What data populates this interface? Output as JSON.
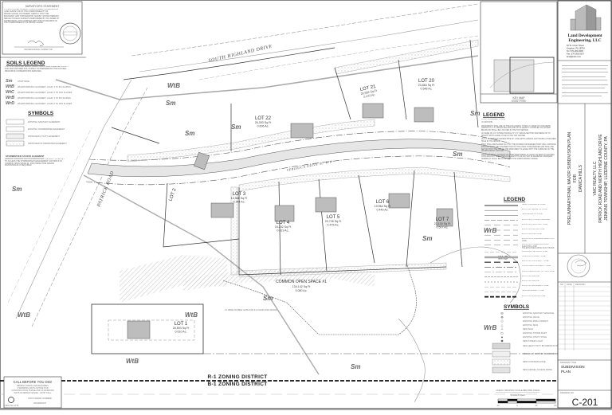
{
  "surveyor_statement": {
    "title": "SURVEYOR'S STATEMENT",
    "body": "I, CHRISTOPHER MASELLI, A REGISTERED PROFESSIONAL LAND SURVEYOR OF THE COMMONWEALTH OF PENNSYLVANIA, DO HEREBY CERTIFY THAT THE BOUNDARY AND TOPOGRAPHIC SURVEY SHOWN HEREON, REFLECTS FIELD SURVEYS PERFORMED BY OR UNDER MY SUPERVISION, AND COMPLIES WITH THE STANDARDS OF THE COMMONWEALTH OF PENNSYLVANIA.",
    "signature_label": "PROFESSIONAL SURVEYOR"
  },
  "soils_legend": {
    "title": "SOILS LEGEND",
    "note": "THE SOIL INDICATED BELOW WERE TAKEN FROM LUZERNE COUNTY SOIL MAP AND WEB SOIL SURVEY AS PREPARED BY THE NATURAL RESOURCE CONSERVATION SERVICES.",
    "items": [
      {
        "symbol": "Sm",
        "desc": "STRIP MINE"
      },
      {
        "symbol": "WtB",
        "desc": "WHARTONBURG CHANNERY LOAM, 3 TO 8% SLOPES"
      },
      {
        "symbol": "WtC",
        "desc": "WHARTONBURG CHANNERY LOAM, 8 TO 15% SLOPES"
      },
      {
        "symbol": "WrB",
        "desc": "WHARTONBURG CHANNERY LOAM, 3 TO 8% SLOPES"
      },
      {
        "symbol": "WrD",
        "desc": "WHARTONBURG CHANNERY LOAM, 8 TO 25% SLOPES"
      }
    ]
  },
  "easement_symbols": {
    "title": "SYMBOLS",
    "items": [
      "EXISTING SANITARY EASEMENT",
      "EXISTING STORMWATER EASEMENT",
      "PROPOSED UTILITY EASEMENT",
      "PROPOSED STORMWATER EASEMENT"
    ]
  },
  "stormwater_note": {
    "title": "STORMWATER ACCESS EASEMENT",
    "body": "JENKINS TOWNSHIP OR ITS ASSIGNS HAS THE RIGHT OF ENTRY TO ACCESS THE STORMWATER MANAGEMENT CONTROLS IN COMMON OPEN SPACE #1, FOR INSPECTION AND/OR MAINTENANCE IF REQUIRED."
  },
  "call_before_dig": {
    "title": "CALL BEFORE YOU DIG!",
    "lines": [
      "PENNSYLVANIA LAW REQUIRES",
      "3 WORKING DAYS NOTICE FOR",
      "CONSTRUCTION PHASE AND 10 WORKING",
      "DAYS IN DESIGN STAGE - STOP CALL"
    ],
    "serial_label": "POCS SERIAL NUMBER",
    "serial": "20192602276",
    "phone": "1-800-242-1776"
  },
  "roads": {
    "south_highland": "SOUTH HIGHLAND DRIVE",
    "veronica": "VERONICA DRIVE  50' R/W",
    "patrick": "PATRICK ROAD"
  },
  "lots": [
    {
      "name": "LOT 22",
      "area": "26,393 Sq Ft",
      "acres": "0.606 Ac."
    },
    {
      "name": "LOT 21",
      "area": "20,556 Sq Ft",
      "acres": "0.472 Ac."
    },
    {
      "name": "LOT 20",
      "area": "23,884 Sq Ft",
      "acres": "0.548 Ac."
    },
    {
      "name": "LOT 3",
      "area": "14,988 Sq Ft",
      "acres": "0.344 Ac."
    },
    {
      "name": "LOT 4",
      "area": "18,242 Sq Ft",
      "acres": "0.419 Ac."
    },
    {
      "name": "LOT 5",
      "area": "20,726 Sq Ft",
      "acres": "0.476 Ac."
    },
    {
      "name": "LOT 6",
      "area": "19,564 Sq Ft",
      "acres": "0.449 Ac."
    },
    {
      "name": "LOT 7",
      "area": "22,100 Sq Ft",
      "acres": "0.507 Ac."
    },
    {
      "name": "LOT 1",
      "area": "26,593 Sq Ft",
      "acres": "0.610 Ac."
    },
    {
      "name": "LOT 2",
      "area": "",
      "acres": ""
    }
  ],
  "open_space": {
    "name": "COMMON OPEN SPACE #1",
    "area": "134,142 Sq Ft",
    "acres": "3.080 Ac."
  },
  "fence_note": "14' WIDE DOUBLE GATE FOR 6'H CHAIN LINK FENCE",
  "soil_labels": [
    "WtB",
    "Sm",
    "Sm",
    "Sm",
    "Sm",
    "Sm",
    "WtB",
    "WtB",
    "WtB",
    "Sm",
    "Sm",
    "WrB",
    "WrB",
    "Sm",
    "Sm"
  ],
  "zoning": {
    "upper": "R-1 ZONING DISTRICT",
    "lower": "B-1 ZONING DISTRICT"
  },
  "key_map": {
    "title": "KEY MAP",
    "scale": "SCALE: 1\"=600'"
  },
  "legend_notes": {
    "title": "LEGEND",
    "items": [
      "CONC. MONUMENT FOUND",
      "I.P. IRON PIN",
      "MONUMENTS SHALL BE OF THE FOLLOWING TYPES: (1) MADE OF CONCRETE HAVING A 5\" X 5\" CROSS-SECTION AND 36\" IN LENGTH. A DRILLED 1/2\" ROUND BRASS PIN SHALL BE LOCATED IN THE TOP CENTER.",
      "(2) MADE OF CUT STONE HAVING A 5\" X 5\" CROSS-SECTION AND BEING 36\" IN LENGTH WITH A DRILL HOLE IN THE TOP CENTER.",
      "(3) A 2\" ROUND GALVANIZED PIPE 30\" LONG WITH A BRASS CAP HAVING A PUNCHED HOLE IN ITS CENTER.",
      "THEY SHALL BE PLACED SO THAT THE SCORED OR MARKED POINT WILL COINCIDE EXACTLY WITH THE INTERSECTION OF THE LINES TO BE MARKED AND SHALL BE SET SO THAT THE TOP OF THE MONUMENT IS LEVEL WITH THE SURFACE OF THE SURROUNDING GROUND.",
      "MARKERS SHALL CONSIST OF STEEL BARS BEING AT LEAST FIFTEEN (15) INCHES LONG AND NOT LESS THAN FIVE-EIGHTHS OF AN INCH IN DIAMETER. MARKERS NORMALLY SHALL BE FLUSH WITH THE SURROUNDING GRADE."
    ]
  },
  "line_legend": {
    "title": "LEGEND",
    "items": [
      {
        "label": "NEW CONCRETE CURB",
        "style": "solid-thick"
      },
      {
        "label": "EXISTING EDGE OF PAVE",
        "style": "solid"
      },
      {
        "label": "NEW EDGE OF PAVE",
        "style": "solid"
      },
      {
        "label": "EXISTING STORM CHANNEL",
        "style": "dash"
      },
      {
        "label": "EXISTING SANITARY LINE",
        "style": "dash-text"
      },
      {
        "label": "EXISTING WATER LINE",
        "style": "dash-text"
      },
      {
        "label": "EXISTING GAS LINE",
        "style": "dash-text"
      },
      {
        "label": "EXISTING OVERHEAD ELECTRIC LINE",
        "style": "dash-text"
      },
      {
        "label": "EXISTING UNDERGROUND ELECTRIC AND TELEPHONE/CABLE DUCT BANK",
        "style": "dash-text"
      },
      {
        "label": "BUILDING SETBACK LINE",
        "style": "dash-light"
      },
      {
        "label": "SOILS BOUNDARY LINE",
        "style": "soil"
      },
      {
        "label": "EXISTING PROPERTY LINE",
        "style": "dash-heavy"
      },
      {
        "label": "PROPOSED PROPERTY LINE",
        "style": "dashdot"
      },
      {
        "label": "PROPOSED RIGHT OF WAY LINE",
        "style": "dashdot-light"
      },
      {
        "label": "EXISTING FENCE",
        "style": "fence"
      },
      {
        "label": "EXISTING FENCE",
        "style": "fence-x"
      },
      {
        "label": "EXISTING EASEMENT LINE",
        "style": "dash-light"
      },
      {
        "label": "NEW EASEMENT LINE",
        "style": "dash-light"
      },
      {
        "label": "EXISTING ZONING LINE",
        "style": "zoning"
      }
    ]
  },
  "symbol_legend": {
    "title": "SYMBOLS",
    "items": [
      {
        "label": "EXISTING SANITARY MANHOLE",
        "icon": "manhole-icon",
        "glyph": "◎"
      },
      {
        "label": "EXISTING VALVE",
        "icon": "valve-icon",
        "glyph": "⊗"
      },
      {
        "label": "EXISTING FIRE HYDRANT",
        "icon": "hydrant-icon",
        "glyph": "☉"
      },
      {
        "label": "EXISTING SIGN",
        "icon": "sign-icon",
        "glyph": "⊥"
      },
      {
        "label": "NEW SIGN",
        "icon": "new-sign-icon",
        "glyph": "┴"
      },
      {
        "label": "EXISTING STORM INLET",
        "icon": "storm-inlet-icon",
        "glyph": "▭"
      },
      {
        "label": "EXISTING UTILITY POLE",
        "icon": "utility-pole-icon",
        "glyph": "●"
      },
      {
        "label": "NEW STREET LIGHT",
        "icon": "street-light-icon",
        "glyph": "✱"
      },
      {
        "label": "NEW HEAVY DUTY BITUMINOUS PAVE",
        "icon": "heavy-pave-swatch",
        "glyph": ""
      },
      {
        "label": "NEW LIGHT DUTY BITUMINOUS PAVE",
        "icon": "light-pave-swatch",
        "glyph": ""
      },
      {
        "label": "NEW CONCRETE PAVE",
        "icon": "concrete-swatch",
        "glyph": ""
      },
      {
        "label": "NEW GRAVEL ACCESS DRIVE",
        "icon": "gravel-swatch",
        "glyph": ""
      }
    ]
  },
  "graphic_scale": {
    "note": "CHECK GRAPHIC SCALE BEFORE USING",
    "units": "SCALE IN FEET",
    "ticks": [
      "40",
      "0",
      "40",
      "80"
    ]
  },
  "title_block": {
    "company": [
      "Land Development",
      "Engineering, LLC"
    ],
    "address": [
      "60 W. Union Street",
      "Kingston, PA 18704",
      "Tel: 570-283-9605",
      "Fax: 570-285-5507",
      "land@ldeb.com"
    ],
    "project": [
      "PRELIMINARY/FINAL MAJOR SUBDIVISION PLAN",
      "FOR",
      "DANICA HILLS"
    ],
    "client": [
      "VMC REALTY, LLC",
      "PATRICK ROAD AND NORTH HIGHLAND DRIVE",
      "JENKINS TOWNSHIP, LUZERNE COUNTY, PA"
    ],
    "revisions_header": [
      "NO.",
      "DATE",
      "REVISION"
    ],
    "drawing_title_label": "DRAWING TITLE",
    "drawing_title": [
      "SUBDIVISION",
      "PLAN"
    ],
    "drawing_no_label": "DRAWING NO.",
    "drawing_no": "C-201"
  },
  "colors": {
    "line": "#333333",
    "road": "#d8d8d8",
    "building": "#bdbdbd",
    "easement": "#e8e8e8",
    "border": "#9a9a9a"
  }
}
